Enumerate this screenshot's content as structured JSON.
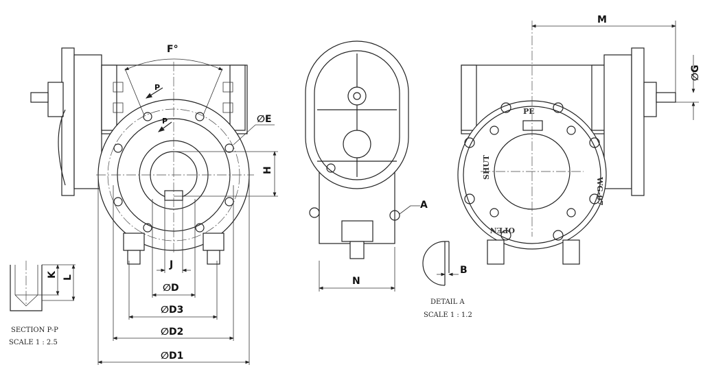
{
  "labels": {
    "f_angle": "F°",
    "p_upper": "P",
    "p_lower": "P",
    "e": "∅E",
    "h": "H",
    "j": "J",
    "d": "∅D",
    "d3": "∅D3",
    "d2": "∅D2",
    "d1": "∅D1",
    "k": "K",
    "l": "L",
    "a": "A",
    "n": "N",
    "b": "B",
    "m": "M",
    "g": "∅G"
  },
  "notes": {
    "section_title": "SECTION P-P",
    "section_scale": "SCALE  1 : 2.5",
    "detail_title": "DETAIL A",
    "detail_scale": "SCALE  1 : 1.2"
  },
  "engraving": {
    "brand": "PE",
    "shut": "SHUT",
    "model": "WG-07",
    "open": "OPEN"
  }
}
